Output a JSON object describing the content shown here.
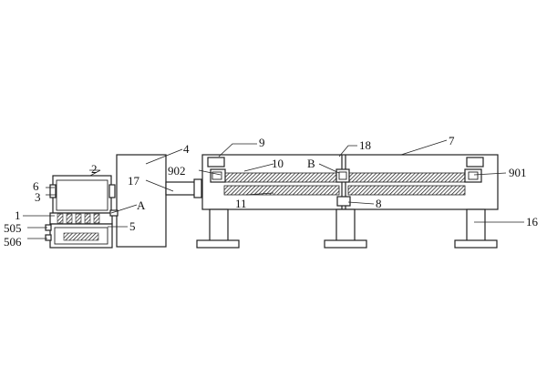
{
  "labels": {
    "l1": "1",
    "l2": "2",
    "l3": "3",
    "l4": "4",
    "l5": "5",
    "l6": "6",
    "l7": "7",
    "l8": "8",
    "l9": "9",
    "l10": "10",
    "l11": "11",
    "l16": "16",
    "l17": "17",
    "l18": "18",
    "l505": "505",
    "l506": "506",
    "l901": "901",
    "l902": "902",
    "lA": "A",
    "lB": "B"
  }
}
